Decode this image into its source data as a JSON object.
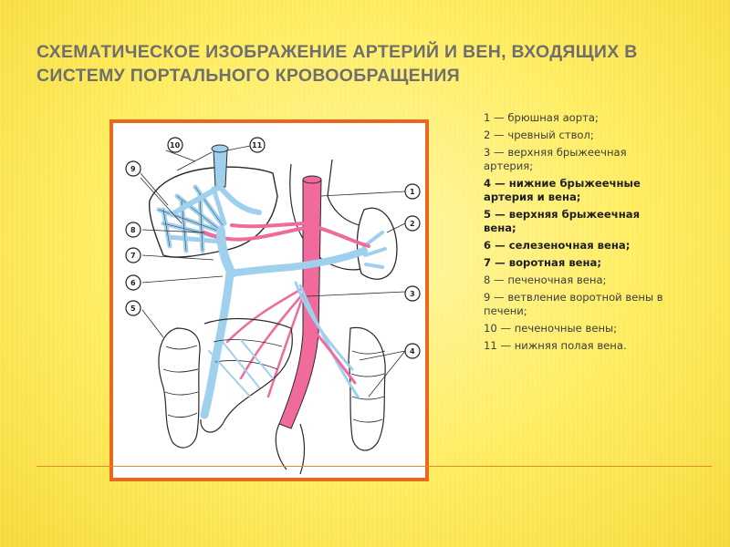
{
  "slide": {
    "title": "СХЕМАТИЧЕСКОЕ ИЗОБРАЖЕНИЕ АРТЕРИЙ И ВЕН, ВХОДЯЩИХ В СИСТЕМУ ПОРТАЛЬНОГО КРОВООБРАЩЕНИЯ"
  },
  "figure": {
    "colors": {
      "artery": "#f06a9b",
      "vein": "#9fd0ee",
      "outline": "#2a2a2a",
      "frame": "#e8681e"
    },
    "callouts": [
      "1",
      "2",
      "3",
      "4",
      "5",
      "6",
      "7",
      "8",
      "9",
      "10",
      "11"
    ]
  },
  "legend": [
    {
      "text": "1 — брюшная аорта;",
      "bold": false
    },
    {
      "text": "2 — чревный ствол;",
      "bold": false
    },
    {
      "text": "3 — верхняя брыжеечная артерия;",
      "bold": false
    },
    {
      "text": "4 — нижние брыжеечные артерия и вена;",
      "bold": true
    },
    {
      "text": "5 — верхняя брыжеечная вена;",
      "bold": true
    },
    {
      "text": "6 — селезеночная вена;",
      "bold": true
    },
    {
      "text": "7 — воротная вена;",
      "bold": true
    },
    {
      "text": "8 — печеночная вена;",
      "bold": false
    },
    {
      "text": "9 — ветвление воротной вены в печени;",
      "bold": false
    },
    {
      "text": "10 — печеночные вены;",
      "bold": false
    },
    {
      "text": "11 — нижняя полая вена.",
      "bold": false
    }
  ]
}
